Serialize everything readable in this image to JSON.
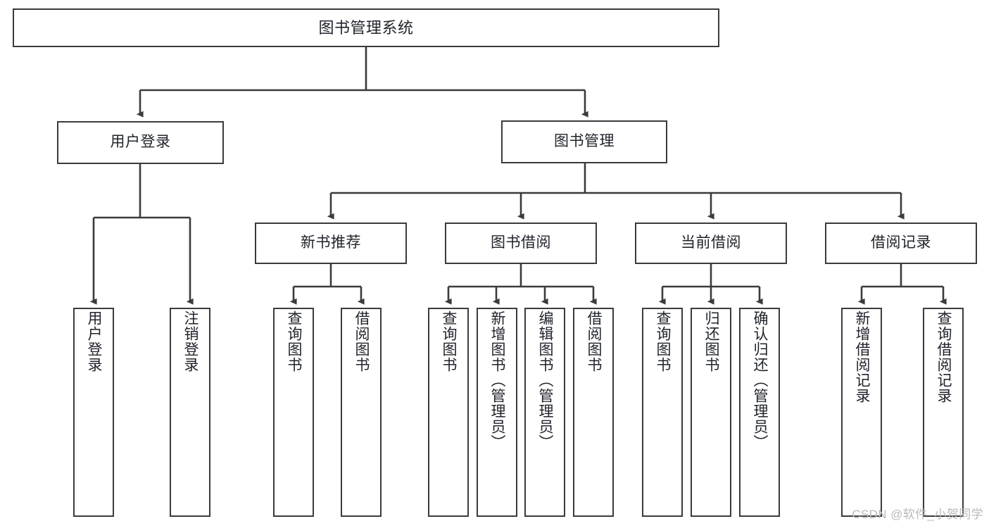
{
  "diagram": {
    "type": "tree-hierarchy-chart",
    "title": "图书管理系统",
    "line_color": "#3b3b3b",
    "box_fill": "#ffffff",
    "text_color": "#20242b",
    "watermark": "CSDN @软件_小贺同学"
  },
  "nodes": {
    "root": {
      "label": "图书管理系统"
    },
    "level2": [
      {
        "label": "用户登录"
      },
      {
        "label": "图书管理"
      }
    ],
    "level3": [
      {
        "label": "新书推荐"
      },
      {
        "label": "图书借阅"
      },
      {
        "label": "当前借阅"
      },
      {
        "label": "借阅记录"
      }
    ],
    "leaves_user_login": [
      {
        "label": "用户登录"
      },
      {
        "label": "注销登录"
      }
    ],
    "leaves_new_book": [
      {
        "label": "查询图书"
      },
      {
        "label": "借阅图书"
      }
    ],
    "leaves_borrow": [
      {
        "label": "查询图书"
      },
      {
        "label": "新增图书（管理员）"
      },
      {
        "label": "编辑图书（管理员）"
      },
      {
        "label": "借阅图书"
      }
    ],
    "leaves_current": [
      {
        "label": "查询图书"
      },
      {
        "label": "归还图书"
      },
      {
        "label": "确认归还（管理员）"
      }
    ],
    "leaves_records": [
      {
        "label": "新增借阅记录"
      },
      {
        "label": "查询借阅记录"
      }
    ]
  }
}
